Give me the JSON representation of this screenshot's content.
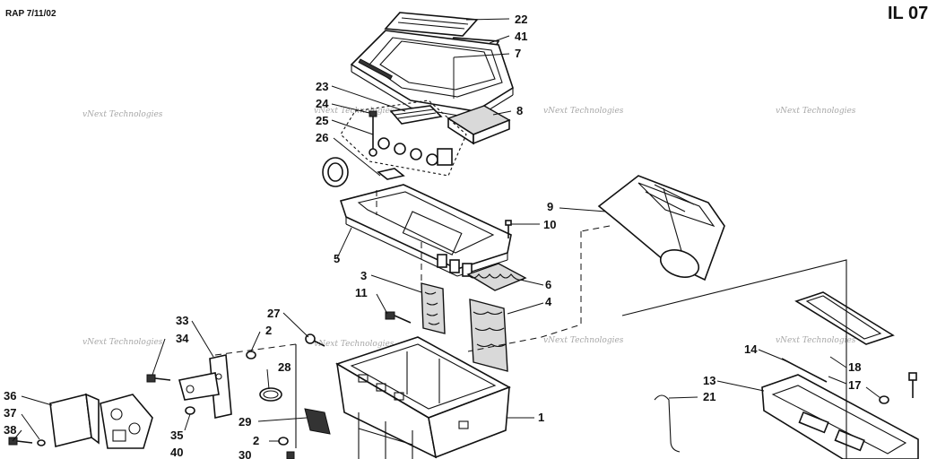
{
  "header": {
    "left_text": "RAP 7/11/02",
    "right_text": "IL 07"
  },
  "watermark": {
    "text": "vNext Technologies"
  },
  "callouts": {
    "c22": "22",
    "c41": "41",
    "c7": "7",
    "c8": "8",
    "c23": "23",
    "c24": "24",
    "c25": "25",
    "c26": "26",
    "c9": "9",
    "c10": "10",
    "c5": "5",
    "c3": "3",
    "c6": "6",
    "c11": "11",
    "c4": "4",
    "c27": "27",
    "c33": "33",
    "c34": "34",
    "c2a": "2",
    "c28": "28",
    "c1": "1",
    "c36": "36",
    "c37": "37",
    "c38": "38",
    "c35": "35",
    "c29": "29",
    "c2b": "2",
    "c40": "40",
    "c30": "30",
    "c14": "14",
    "c18": "18",
    "c17": "17",
    "c13": "13",
    "c21": "21"
  }
}
